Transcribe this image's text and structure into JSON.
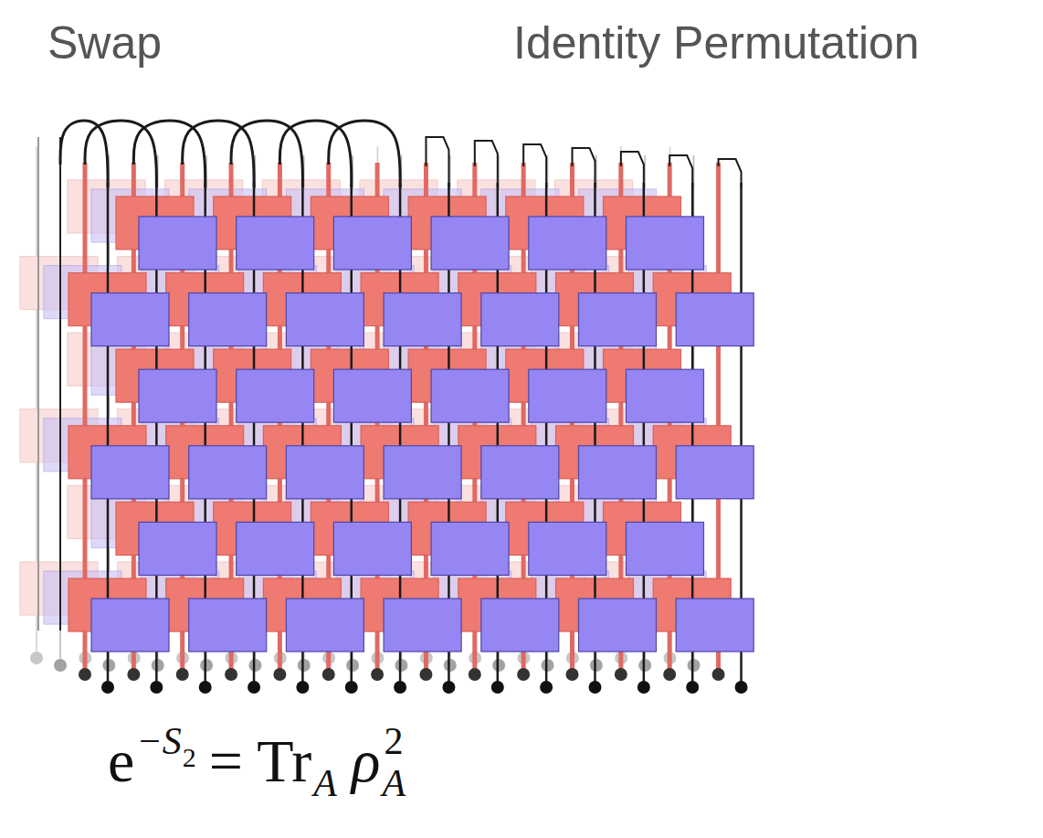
{
  "diagram": {
    "labels": [
      "Swap",
      "Identity Permutation",
      "e",
      "−S",
      "2",
      "= Tr",
      "A",
      "ρ",
      "A",
      "2"
    ]
  }
}
